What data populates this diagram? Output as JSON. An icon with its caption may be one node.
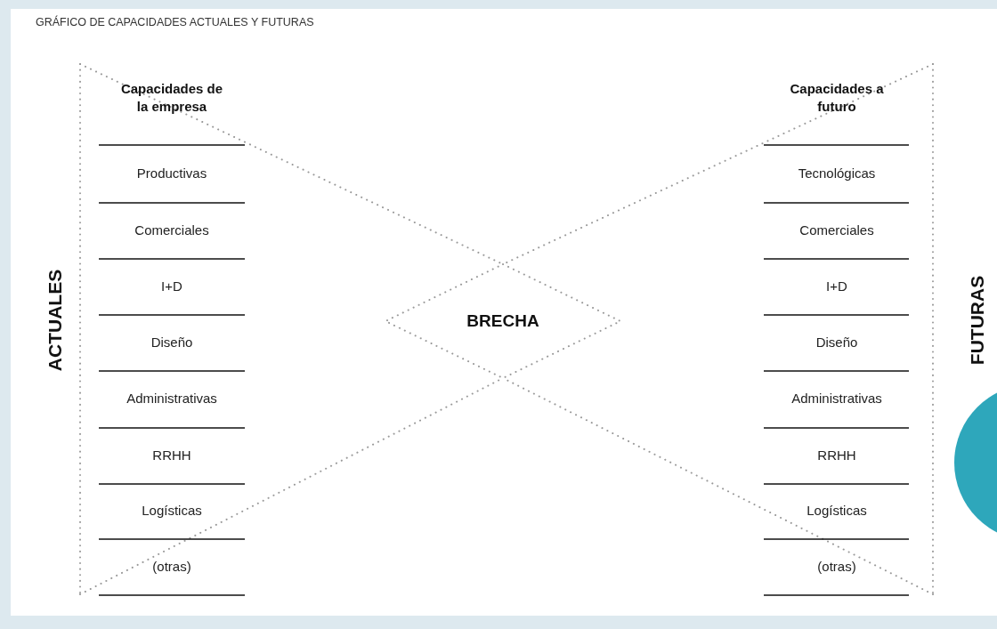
{
  "diagram": {
    "title": "GRÁFICO DE CAPACIDADES ACTUALES Y FUTURAS",
    "nodes": [
      {
        "text": [
          "BRECHA"
        ]
      }
    ],
    "labels": [
      "Capacidades de la empresa",
      "Capacidades a futuro",
      "Productivas",
      "Tecnológicas",
      "Comerciales",
      "Comerciales",
      "I+D",
      "I+D",
      "Diseño",
      "Diseño",
      "Administrativas",
      "Administrativas",
      "RRHH",
      "RRHH",
      "Logísticas",
      "Logísticas",
      "(otras)",
      "(otras)",
      "ACTUALES",
      "FUTURAS"
    ]
  }
}
